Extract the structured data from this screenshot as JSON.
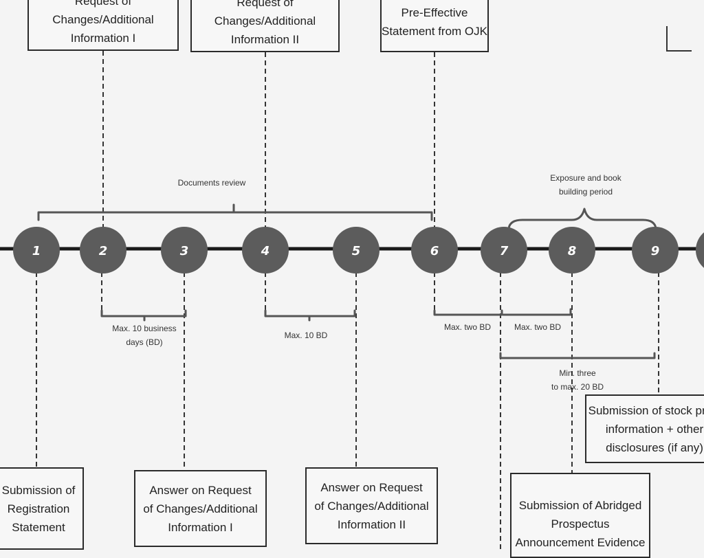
{
  "top_boxes": [
    {
      "lines": [
        "Request of",
        "Changes/Additional",
        "Information I"
      ]
    },
    {
      "lines": [
        "Request of",
        "Changes/Additional",
        "Information II"
      ]
    },
    {
      "lines": [
        "Pre-Effective",
        "Statement from OJK"
      ]
    }
  ],
  "bottom_boxes": [
    {
      "lines": [
        "Submission of",
        "Registration",
        "Statement"
      ]
    },
    {
      "lines": [
        "Answer on Request",
        "of Changes/Additional",
        "Information I"
      ]
    },
    {
      "lines": [
        "Answer on Request",
        "of Changes/Additional",
        "Information II"
      ]
    },
    {
      "lines": [
        "Submission of Abridged",
        "Prospectus",
        "Announcement Evidence"
      ]
    },
    {
      "lines": [
        "Submission of stock price",
        "information + other",
        "disclosures (if any)"
      ]
    }
  ],
  "labels": {
    "documents_review": "Documents review",
    "exposure": [
      "Exposure and book",
      "building period"
    ],
    "max_10_business": [
      "Max. 10 business",
      "days (BD)"
    ],
    "max_10_bd": "Max. 10 BD",
    "max_two_bd_a": "Max. two BD",
    "max_two_bd_b": "Max. two BD",
    "min_three": [
      "Min. three",
      "to max. 20 BD"
    ]
  },
  "nodes": [
    "1",
    "2",
    "3",
    "4",
    "5",
    "6",
    "7",
    "8",
    "9",
    ""
  ],
  "colors": {
    "node": "#5c5c5c",
    "line": "#1a1a1a",
    "bracket": "#555555"
  }
}
